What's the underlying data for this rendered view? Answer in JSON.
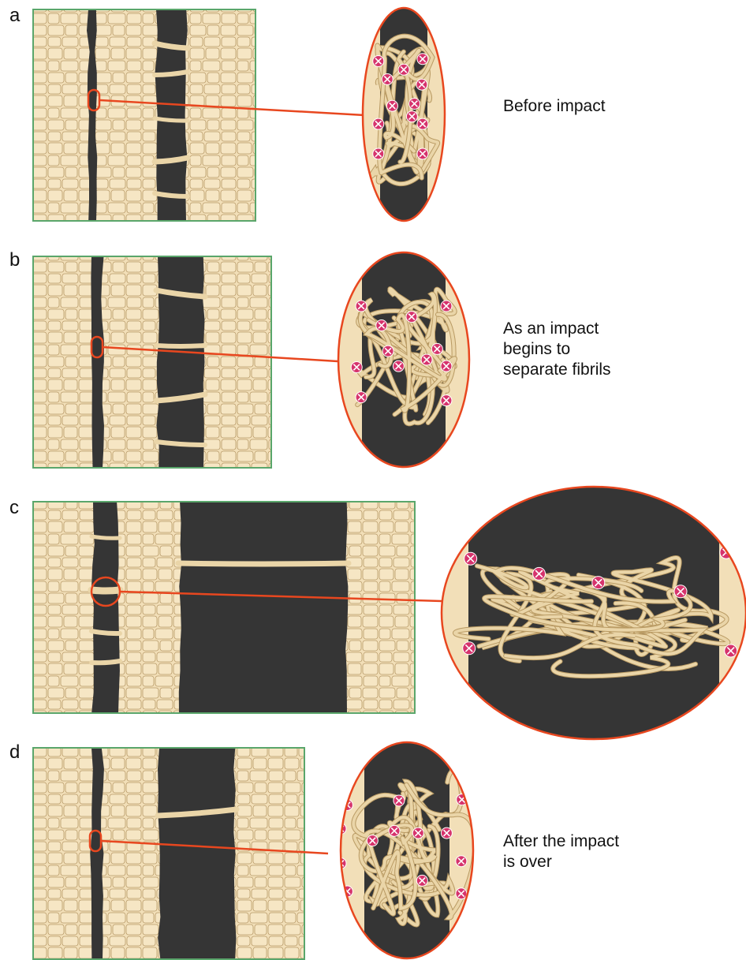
{
  "panels": [
    {
      "letter": "a",
      "caption": [
        "Before impact"
      ]
    },
    {
      "letter": "b",
      "caption": [
        "As an impact",
        "begins to",
        "separate fibrils"
      ]
    },
    {
      "letter": "c",
      "caption": []
    },
    {
      "letter": "d",
      "caption": [
        "After the impact",
        "is over"
      ]
    }
  ],
  "colors": {
    "tissue": "#f2dfb8",
    "tissue_edge": "#b89a68",
    "gap": "#353535",
    "fibril": "#ead5a8",
    "callout": "#e8471f",
    "frame": "#5aa66b",
    "crosslink": "#d6336c"
  },
  "icons": [
    "crosslink-icon"
  ]
}
